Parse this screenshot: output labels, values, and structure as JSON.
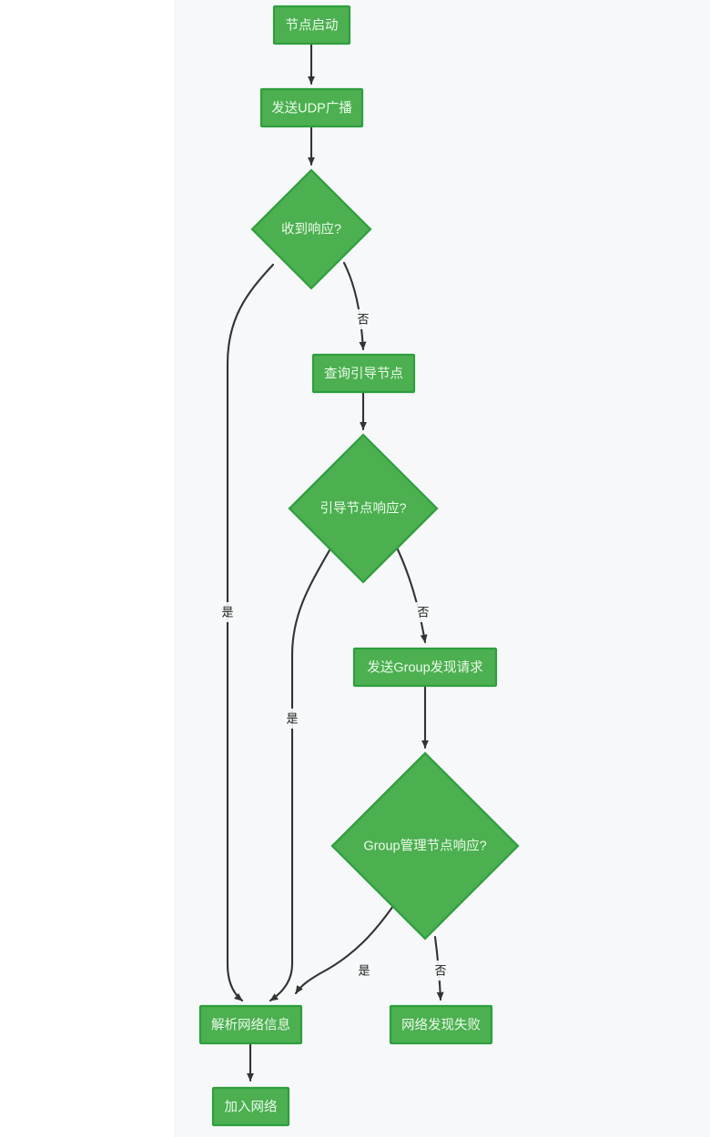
{
  "diagram": {
    "type": "flowchart",
    "direction": "top-to-bottom",
    "background_color": "#f7f8fa",
    "page_background_color": "#ffffff",
    "node_fill_color": "#4caf50",
    "node_border_color": "#2e9e3e",
    "node_text_color": "#eafbea",
    "edge_color": "#333333",
    "nodes": [
      {
        "id": "start",
        "shape": "rect",
        "label": "节点启动"
      },
      {
        "id": "udp",
        "shape": "rect",
        "label": "发送UDP广播"
      },
      {
        "id": "resp",
        "shape": "diamond",
        "label": "收到响应?"
      },
      {
        "id": "bootstrap",
        "shape": "rect",
        "label": "查询引导节点"
      },
      {
        "id": "bootresp",
        "shape": "diamond",
        "label": "引导节点响应?"
      },
      {
        "id": "groupreq",
        "shape": "rect",
        "label": "发送Group发现请求"
      },
      {
        "id": "groupresp",
        "shape": "diamond",
        "label": "Group管理节点响应?"
      },
      {
        "id": "parse",
        "shape": "rect",
        "label": "解析网络信息"
      },
      {
        "id": "join",
        "shape": "rect",
        "label": "加入网络"
      },
      {
        "id": "fail",
        "shape": "rect",
        "label": "网络发现失败"
      }
    ],
    "edges": [
      {
        "from": "start",
        "to": "udp",
        "label": ""
      },
      {
        "from": "udp",
        "to": "resp",
        "label": ""
      },
      {
        "from": "resp",
        "to": "parse",
        "label": "是"
      },
      {
        "from": "resp",
        "to": "bootstrap",
        "label": "否"
      },
      {
        "from": "bootstrap",
        "to": "bootresp",
        "label": ""
      },
      {
        "from": "bootresp",
        "to": "parse",
        "label": "是"
      },
      {
        "from": "bootresp",
        "to": "groupreq",
        "label": "否"
      },
      {
        "from": "groupreq",
        "to": "groupresp",
        "label": ""
      },
      {
        "from": "groupresp",
        "to": "parse",
        "label": "是"
      },
      {
        "from": "groupresp",
        "to": "fail",
        "label": "否"
      },
      {
        "from": "parse",
        "to": "join",
        "label": ""
      }
    ]
  }
}
